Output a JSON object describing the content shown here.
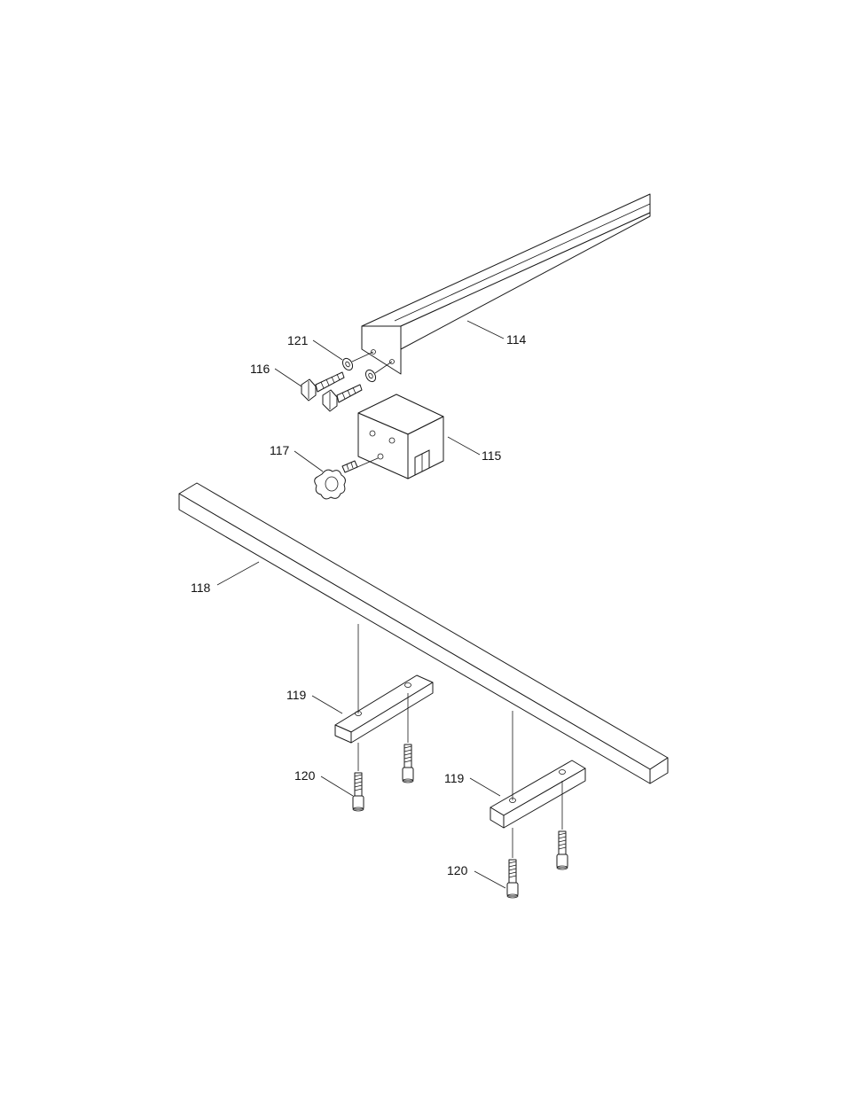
{
  "diagram": {
    "part_labels": {
      "p114": "114",
      "p115": "115",
      "p116": "116",
      "p117": "117",
      "p118": "118",
      "p119a": "119",
      "p119b": "119",
      "p120a": "120",
      "p120b": "120",
      "p121": "121"
    }
  }
}
